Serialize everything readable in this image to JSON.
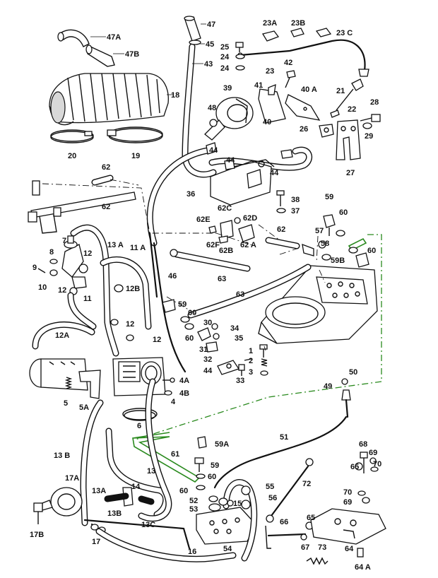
{
  "callouts": [
    {
      "id": "c47a",
      "text": "47A"
    },
    {
      "id": "c47b",
      "text": "47B"
    },
    {
      "id": "c47",
      "text": "47"
    },
    {
      "id": "c45",
      "text": "45"
    },
    {
      "id": "c43",
      "text": "43"
    },
    {
      "id": "c18",
      "text": "18"
    },
    {
      "id": "c20",
      "text": "20"
    },
    {
      "id": "c19",
      "text": "19"
    },
    {
      "id": "c23a",
      "text": "23A"
    },
    {
      "id": "c23b",
      "text": "23B"
    },
    {
      "id": "c23c",
      "text": "23 C"
    },
    {
      "id": "c25",
      "text": "25"
    },
    {
      "id": "c24a",
      "text": "24"
    },
    {
      "id": "c24b",
      "text": "24"
    },
    {
      "id": "c23",
      "text": "23"
    },
    {
      "id": "c42",
      "text": "42"
    },
    {
      "id": "c39",
      "text": "39"
    },
    {
      "id": "c41",
      "text": "41"
    },
    {
      "id": "c40a",
      "text": "40 A"
    },
    {
      "id": "c40",
      "text": "40"
    },
    {
      "id": "c21",
      "text": "21"
    },
    {
      "id": "c22",
      "text": "22"
    },
    {
      "id": "c28",
      "text": "28"
    },
    {
      "id": "c26",
      "text": "26"
    },
    {
      "id": "c29",
      "text": "29"
    },
    {
      "id": "c27",
      "text": "27"
    },
    {
      "id": "c48",
      "text": "48"
    },
    {
      "id": "c44a",
      "text": "44"
    },
    {
      "id": "c44b",
      "text": "44"
    },
    {
      "id": "c44c",
      "text": "44"
    },
    {
      "id": "c36",
      "text": "36"
    },
    {
      "id": "c62c",
      "text": "62C"
    },
    {
      "id": "c38",
      "text": "38"
    },
    {
      "id": "c37",
      "text": "37"
    },
    {
      "id": "c59a",
      "text": "59"
    },
    {
      "id": "c60a",
      "text": "60"
    },
    {
      "id": "c62a",
      "text": "62"
    },
    {
      "id": "c62b",
      "text": "62"
    },
    {
      "id": "c62e",
      "text": "62E"
    },
    {
      "id": "c62d",
      "text": "62D"
    },
    {
      "id": "c62f",
      "text": "62F"
    },
    {
      "id": "c62bb",
      "text": "62B"
    },
    {
      "id": "c62aa",
      "text": "62 A"
    },
    {
      "id": "c62c2",
      "text": "62"
    },
    {
      "id": "c57",
      "text": "57"
    },
    {
      "id": "c58",
      "text": "58"
    },
    {
      "id": "c60b",
      "text": "60"
    },
    {
      "id": "c59b",
      "text": "59B"
    },
    {
      "id": "c13a",
      "text": "13 A"
    },
    {
      "id": "c11a",
      "text": "11 A"
    },
    {
      "id": "c7",
      "text": "7"
    },
    {
      "id": "c8",
      "text": "8"
    },
    {
      "id": "c12a",
      "text": "12"
    },
    {
      "id": "c9",
      "text": "9"
    },
    {
      "id": "c10",
      "text": "10"
    },
    {
      "id": "c12b",
      "text": "12"
    },
    {
      "id": "c12bb",
      "text": "12B"
    },
    {
      "id": "c46",
      "text": "46"
    },
    {
      "id": "c63a",
      "text": "63"
    },
    {
      "id": "c63b",
      "text": "63"
    },
    {
      "id": "c59c",
      "text": "59"
    },
    {
      "id": "c60c",
      "text": "60"
    },
    {
      "id": "c11",
      "text": "11"
    },
    {
      "id": "c12aa",
      "text": "12A"
    },
    {
      "id": "c12c",
      "text": "12"
    },
    {
      "id": "c12d",
      "text": "12"
    },
    {
      "id": "c30",
      "text": "30"
    },
    {
      "id": "c34",
      "text": "34"
    },
    {
      "id": "c60d",
      "text": "60"
    },
    {
      "id": "c35",
      "text": "35"
    },
    {
      "id": "c31",
      "text": "31"
    },
    {
      "id": "c1",
      "text": "1"
    },
    {
      "id": "c2",
      "text": "2"
    },
    {
      "id": "c3",
      "text": "3"
    },
    {
      "id": "c32",
      "text": "32"
    },
    {
      "id": "c44d",
      "text": "44"
    },
    {
      "id": "c33",
      "text": "33"
    },
    {
      "id": "c50",
      "text": "50"
    },
    {
      "id": "c49",
      "text": "49"
    },
    {
      "id": "c4a",
      "text": "4A"
    },
    {
      "id": "c4b",
      "text": "4B"
    },
    {
      "id": "c4",
      "text": "4"
    },
    {
      "id": "c5",
      "text": "5"
    },
    {
      "id": "c5a",
      "text": "5A"
    },
    {
      "id": "c6",
      "text": "6"
    },
    {
      "id": "c51",
      "text": "51"
    },
    {
      "id": "c59aa",
      "text": "59A"
    },
    {
      "id": "c61",
      "text": "61"
    },
    {
      "id": "c59d",
      "text": "59"
    },
    {
      "id": "c60e",
      "text": "60"
    },
    {
      "id": "c60f",
      "text": "60"
    },
    {
      "id": "c72",
      "text": "72"
    },
    {
      "id": "c13b",
      "text": "13 B"
    },
    {
      "id": "c13",
      "text": "13"
    },
    {
      "id": "c17a",
      "text": "17A"
    },
    {
      "id": "c13aa",
      "text": "13A"
    },
    {
      "id": "c14",
      "text": "14"
    },
    {
      "id": "c13bb",
      "text": "13B"
    },
    {
      "id": "c13c",
      "text": "13C"
    },
    {
      "id": "c17b",
      "text": "17B"
    },
    {
      "id": "c17",
      "text": "17"
    },
    {
      "id": "c52",
      "text": "52"
    },
    {
      "id": "c53",
      "text": "53"
    },
    {
      "id": "c55",
      "text": "55"
    },
    {
      "id": "c15",
      "text": "15"
    },
    {
      "id": "c56",
      "text": "56"
    },
    {
      "id": "c54",
      "text": "54"
    },
    {
      "id": "c16",
      "text": "16"
    },
    {
      "id": "c66",
      "text": "66"
    },
    {
      "id": "c65a",
      "text": "65"
    },
    {
      "id": "c67",
      "text": "67"
    },
    {
      "id": "c73",
      "text": "73"
    },
    {
      "id": "c68",
      "text": "68"
    },
    {
      "id": "c69a",
      "text": "69"
    },
    {
      "id": "c65b",
      "text": "65"
    },
    {
      "id": "c70a",
      "text": "70"
    },
    {
      "id": "c70b",
      "text": "70"
    },
    {
      "id": "c69b",
      "text": "69"
    },
    {
      "id": "c64",
      "text": "64"
    },
    {
      "id": "c64a",
      "text": "64 A"
    }
  ]
}
